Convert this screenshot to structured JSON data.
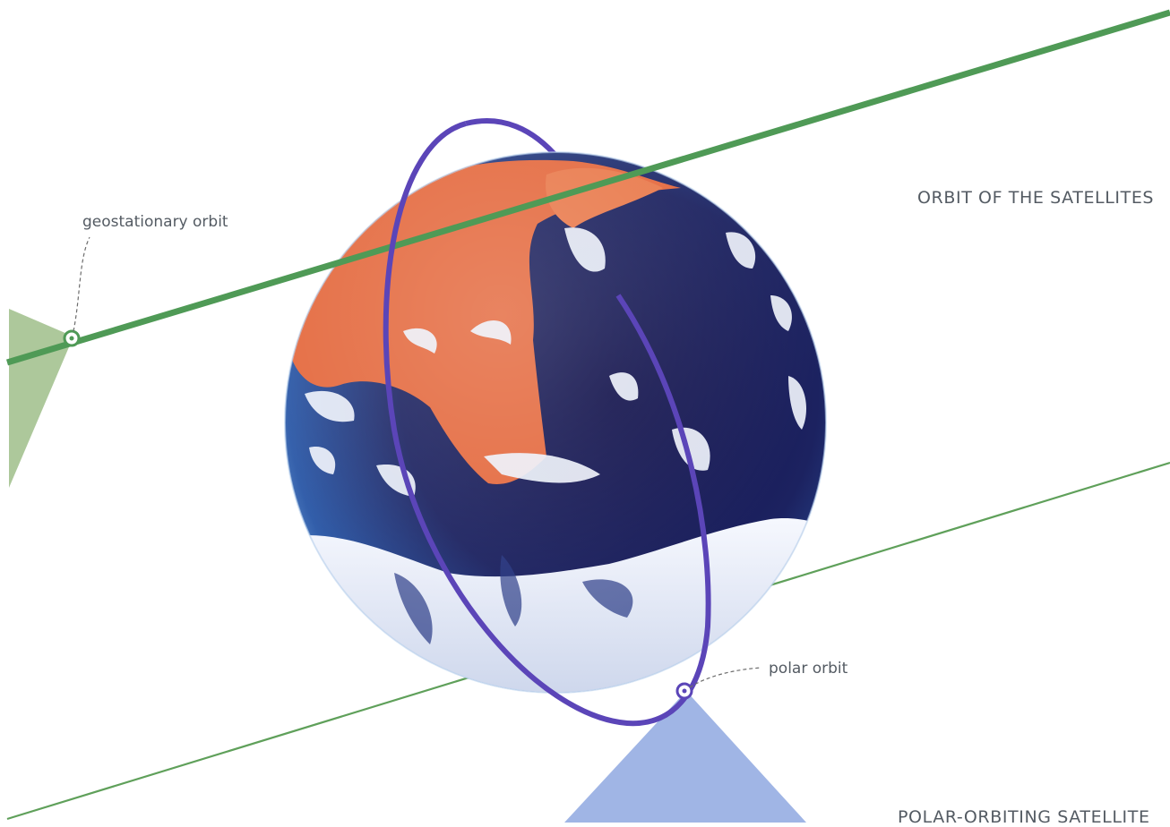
{
  "labels": {
    "geostationary_orbit": "geostationary orbit",
    "polar_orbit": "polar orbit",
    "orbit_of_the_satellites": "ORBIT OF THE SATELLITES",
    "polar_orbiting_satellite": "POLAR-ORBITING SATELLITE"
  },
  "colors": {
    "geostationary_orbit": "#4f9a56",
    "polar_orbit": "#5b45b8",
    "lower_orbit_line": "#5fa05a",
    "geo_beam": "#9fbe8a",
    "polar_beam": "#8fa8e0",
    "ocean_dark": "#1a1a55",
    "ocean_light": "#6aa6dd",
    "land": "#e4693e",
    "ice": "#eef2fb",
    "label_text": "#545b63"
  },
  "icons": [
    "earth-globe-icon",
    "geostationary-satellite-icon",
    "polar-satellite-icon"
  ]
}
